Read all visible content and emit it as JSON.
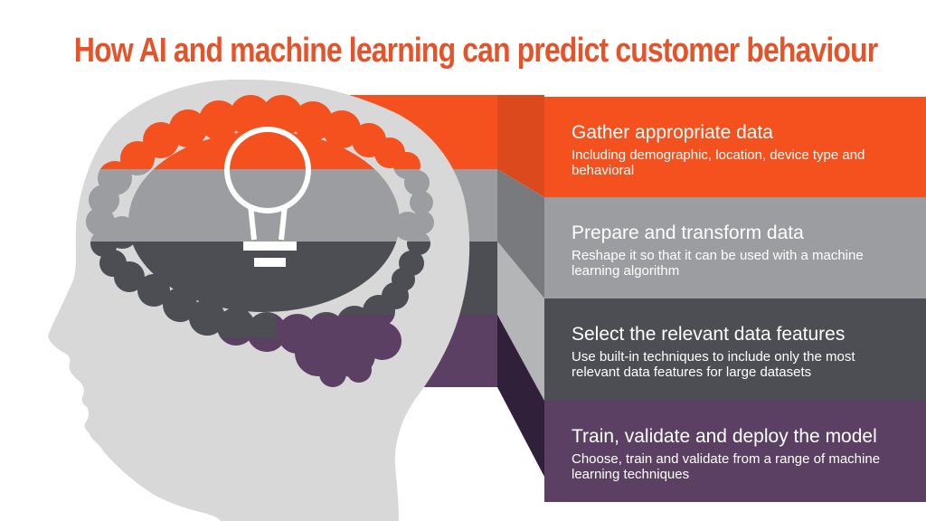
{
  "slide": {
    "title": "How AI and machine learning can predict customer behaviour"
  },
  "colors": {
    "background": "#FFFFFF",
    "title_text": "#E4532A",
    "panel_text": "#FFFFFF",
    "head": "#D8D8D9",
    "band_orange": "#F4511E",
    "band_gray": "#9C9DA0",
    "band_dark": "#4D4E53",
    "band_purple": "#5C4063",
    "fold_orange": "#DC491C",
    "fold_gray": "#797A7D",
    "fold_gray_light": "#B4B5B7",
    "fold_purple": "#30203A",
    "bulb": "#FFFFFF"
  },
  "icons": {
    "lightbulb": "lightbulb-icon",
    "head": "head-silhouette",
    "brain": "brain-graphic"
  },
  "steps": [
    {
      "heading": "Gather appropriate data",
      "body": "Including demographic, location, device type and\nbehavioral",
      "color": "#F4511E"
    },
    {
      "heading": "Prepare and transform data",
      "body": "Reshape it so that it can be used with a machine\nlearning algorithm",
      "color": "#9C9DA0"
    },
    {
      "heading": "Select the relevant data features",
      "body": "Use built-in techniques to include only the most\nrelevant data features for large datasets",
      "color": "#4D4E53"
    },
    {
      "heading": "Train, validate and deploy the model",
      "body": "Choose, train and validate from a range of machine\nlearning techniques",
      "color": "#5C4063"
    }
  ]
}
